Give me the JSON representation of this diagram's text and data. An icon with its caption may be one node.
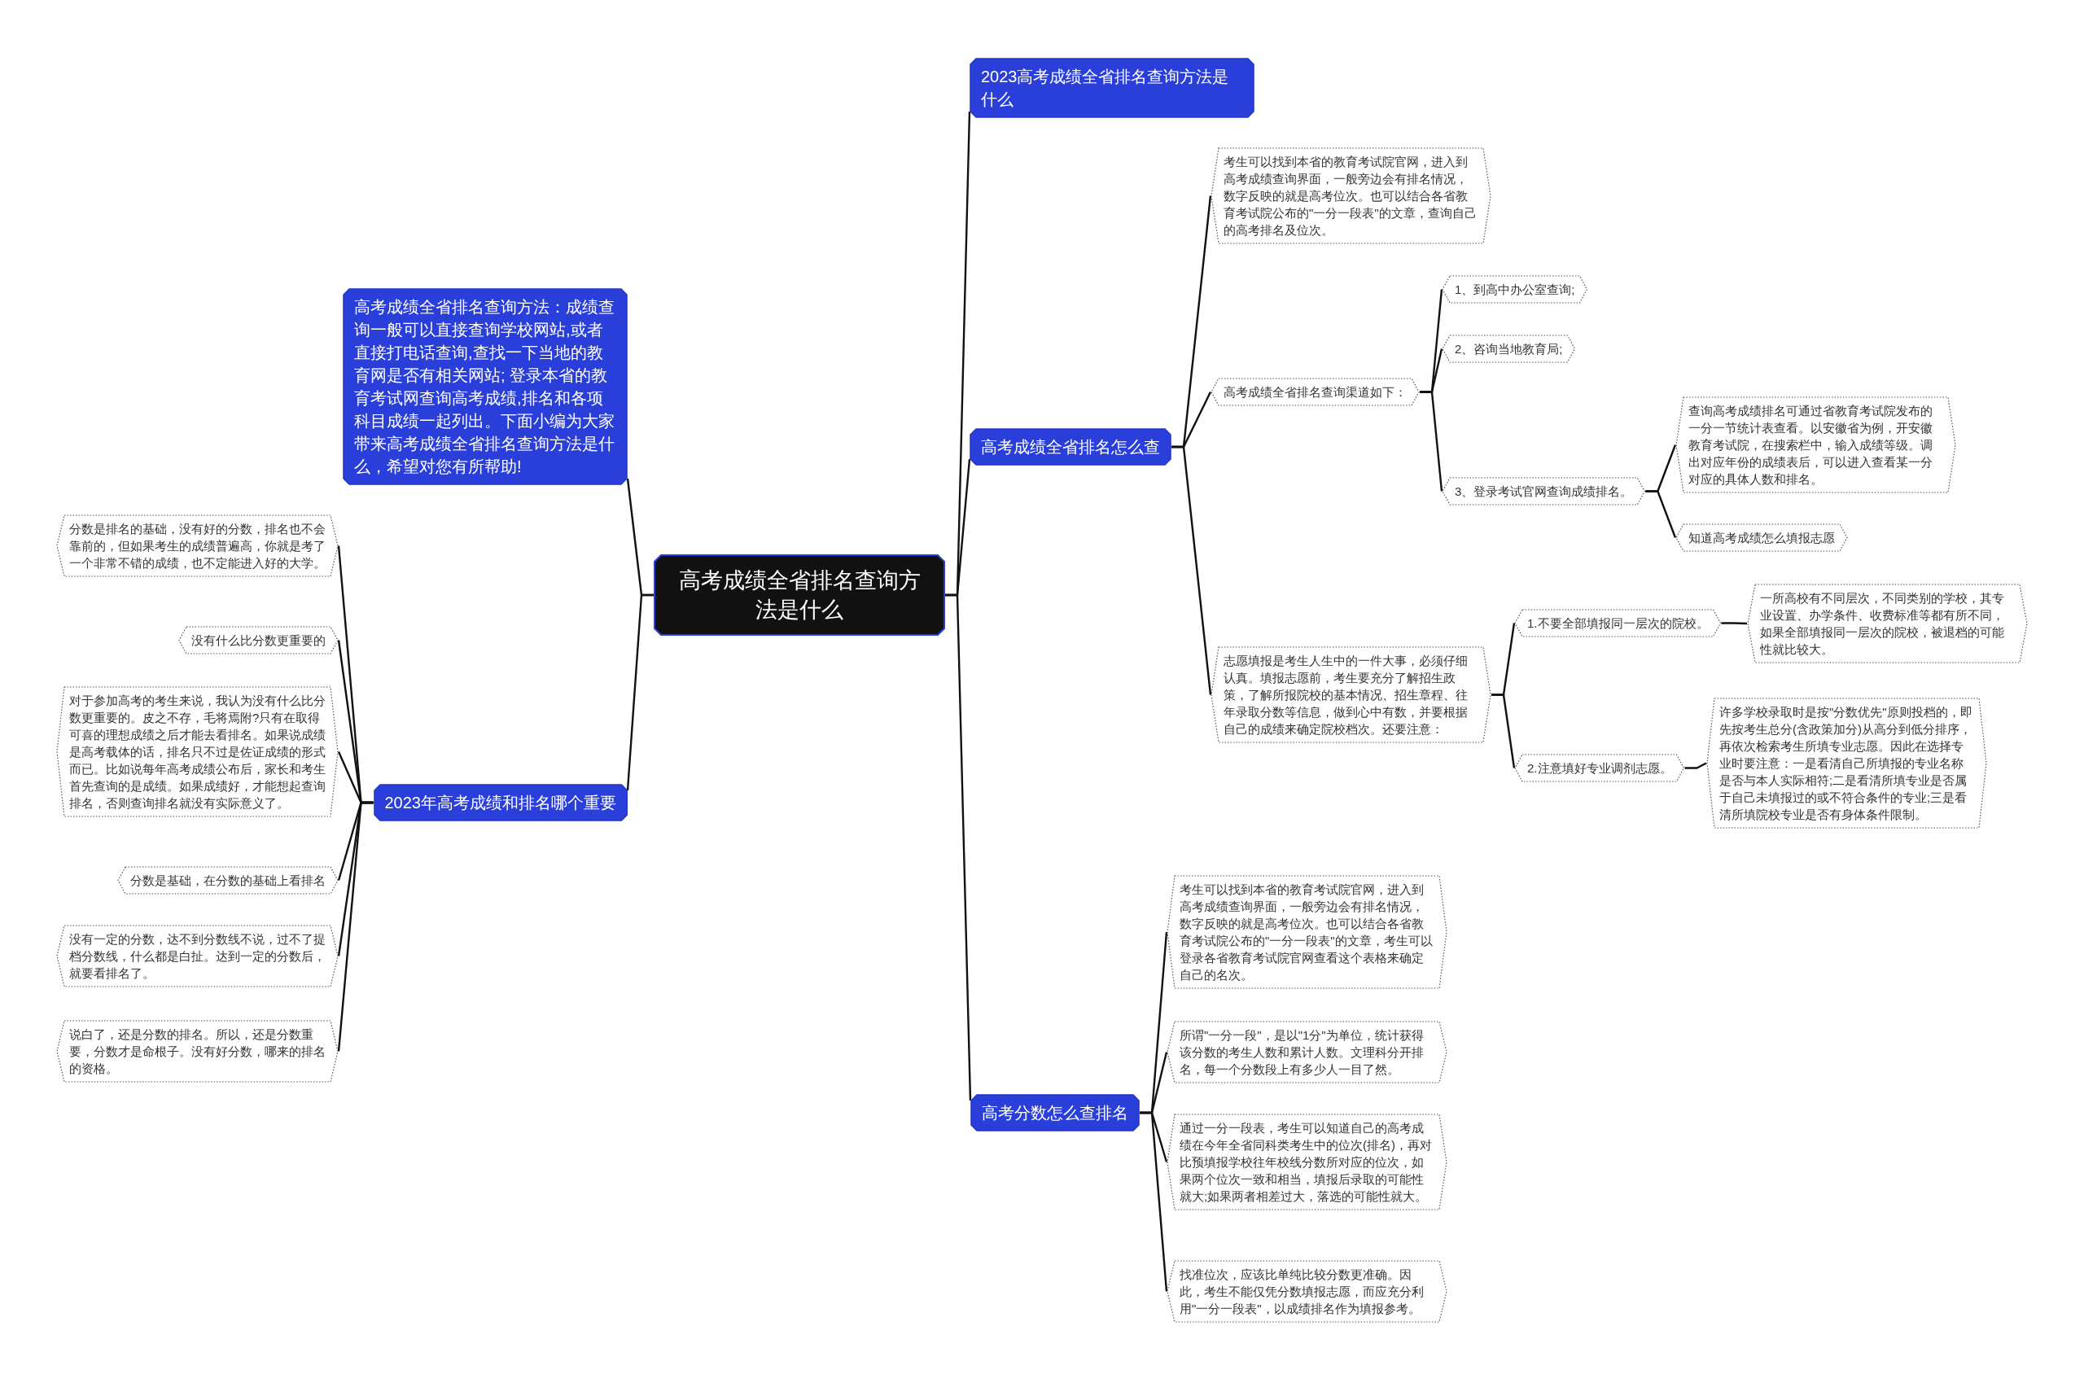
{
  "diagram": {
    "nodes": [
      {
        "text": [
          "高考成绩全省排名查询方法是什么"
        ]
      },
      {
        "text": [
          "高考成绩全省排名查询方法：成绩查询一般可以直接查询学校网站,或者直接打电话查询,查找一下当地的教育网是否有相关网站; 登录本省的教育考试网查询高考成绩,排名和各项科目成绩一起列出。下面小编为大家带来高考成绩全省排名查询方法是什么，希望对您有所帮助!"
        ]
      },
      {
        "text": [
          "2023年高考成绩和排名哪个重要"
        ]
      },
      {
        "text": [
          "分数是排名的基础，没有好的分数，排名也不会靠前的，但如果考生的成绩普遍高，你就是考了一个非常不错的成绩，也不定能进入好的大学。"
        ]
      },
      {
        "text": [
          "没有什么比分数更重要的"
        ]
      },
      {
        "text": [
          "对于参加高考的考生来说，我认为没有什么比分数更重要的。皮之不存，毛将焉附?只有在取得可喜的理想成绩之后才能去看排名。如果说成绩是高考载体的话，排名只不过是佐证成绩的形式而已。比如说每年高考成绩公布后，家长和考生首先查询的是成绩。如果成绩好，才能想起查询排名，否则查询排名就没有实际意义了。"
        ]
      },
      {
        "text": [
          "分数是基础，在分数的基础上看排名"
        ]
      },
      {
        "text": [
          "没有一定的分数，达不到分数线不说，过不了提档分数线，什么都是白扯。达到一定的分数后，就要看排名了。"
        ]
      },
      {
        "text": [
          "说白了，还是分数的排名。所以，还是分数重要，分数才是命根子。没有好分数，哪来的排名的资格。"
        ]
      },
      {
        "text": [
          "2023高考成绩全省排名查询方法是什么"
        ]
      },
      {
        "text": [
          "高考成绩全省排名怎么查"
        ]
      },
      {
        "text": [
          "考生可以找到本省的教育考试院官网，进入到高考成绩查询界面，一般旁边会有排名情况，数字反映的就是高考位次。也可以结合各省教育考试院公布的\"一分一段表\"的文章，查询自己的高考排名及位次。"
        ]
      },
      {
        "text": [
          "高考成绩全省排名查询渠道如下："
        ]
      },
      {
        "text": [
          "1、到高中办公室查询;"
        ]
      },
      {
        "text": [
          "2、咨询当地教育局;"
        ]
      },
      {
        "text": [
          "3、登录考试官网查询成绩排名。"
        ]
      },
      {
        "text": [
          "查询高考成绩排名可通过省教育考试院发布的一分一节统计表查看。以安徽省为例，开安徽教育考试院，在搜索栏中，输入成绩等级。调出对应年份的成绩表后，可以进入查看某一分对应的具体人数和排名。"
        ]
      },
      {
        "text": [
          "知道高考成绩怎么填报志愿"
        ]
      },
      {
        "text": [
          "志愿填报是考生人生中的一件大事，必须仔细认真。填报志愿前，考生要充分了解招生政策，了解所报院校的基本情况、招生章程、往年录取分数等信息，做到心中有数，并要根据自己的成绩来确定院校档次。还要注意："
        ]
      },
      {
        "text": [
          "1.不要全部填报同一层次的院校。"
        ]
      },
      {
        "text": [
          "一所高校有不同层次，不同类别的学校，其专业设置、办学条件、收费标准等都有所不同，如果全部填报同一层次的院校，被退档的可能性就比较大。"
        ]
      },
      {
        "text": [
          "2.注意填好专业调剂志愿。"
        ]
      },
      {
        "text": [
          "许多学校录取时是按\"分数优先\"原则投档的，即先按考生总分(含政策加分)从高分到低分排序，再依次检索考生所填专业志愿。因此在选择专业时要注意：一是看清自己所填报的专业名称是否与本人实际相符;二是看清所填专业是否属于自己未填报过的或不符合条件的专业;三是看清所填院校专业是否有身体条件限制。"
        ]
      },
      {
        "text": [
          "高考分数怎么查排名"
        ]
      },
      {
        "text": [
          "考生可以找到本省的教育考试院官网，进入到高考成绩查询界面，一般旁边会有排名情况，数字反映的就是高考位次。也可以结合各省教育考试院公布的\"一分一段表\"的文章，考生可以登录各省教育考试院官网查看这个表格来确定自己的名次。"
        ]
      },
      {
        "text": [
          "所谓\"一分一段\"，是以\"1分\"为单位，统计获得该分数的考生人数和累计人数。文理科分开排名，每一个分数段上有多少人一目了然。"
        ]
      },
      {
        "text": [
          "通过一分一段表，考生可以知道自己的高考成绩在今年全省同科类考生中的位次(排名)，再对比预填报学校往年校线分数所对应的位次，如果两个位次一致和相当，填报后录取的可能性就大;如果两者相差过大，落选的可能性就大。"
        ]
      },
      {
        "text": [
          "找准位次，应该比单纯比较分数更准确。因此，考生不能仅凭分数填报志愿，而应充分利用\"一分一段表\"，以成绩排名作为填报参考。"
        ]
      }
    ],
    "edges": [
      {
        "from": 0,
        "to": 1,
        "arrow": "none"
      },
      {
        "from": 0,
        "to": 2,
        "arrow": "none"
      },
      {
        "from": 2,
        "to": 3,
        "arrow": "none"
      },
      {
        "from": 2,
        "to": 4,
        "arrow": "none"
      },
      {
        "from": 2,
        "to": 5,
        "arrow": "none"
      },
      {
        "from": 2,
        "to": 6,
        "arrow": "none"
      },
      {
        "from": 2,
        "to": 7,
        "arrow": "none"
      },
      {
        "from": 2,
        "to": 8,
        "arrow": "none"
      },
      {
        "from": 0,
        "to": 9,
        "arrow": "none"
      },
      {
        "from": 0,
        "to": 10,
        "arrow": "none"
      },
      {
        "from": 10,
        "to": 11,
        "arrow": "none"
      },
      {
        "from": 10,
        "to": 12,
        "arrow": "none"
      },
      {
        "from": 12,
        "to": 13,
        "arrow": "none"
      },
      {
        "from": 12,
        "to": 14,
        "arrow": "none"
      },
      {
        "from": 12,
        "to": 15,
        "arrow": "none"
      },
      {
        "from": 15,
        "to": 16,
        "arrow": "none"
      },
      {
        "from": 15,
        "to": 17,
        "arrow": "none"
      },
      {
        "from": 10,
        "to": 18,
        "arrow": "none"
      },
      {
        "from": 18,
        "to": 19,
        "arrow": "none"
      },
      {
        "from": 19,
        "to": 20,
        "arrow": "none"
      },
      {
        "from": 18,
        "to": 21,
        "arrow": "none"
      },
      {
        "from": 21,
        "to": 22,
        "arrow": "none"
      },
      {
        "from": 0,
        "to": 23,
        "arrow": "none"
      },
      {
        "from": 23,
        "to": 24,
        "arrow": "none"
      },
      {
        "from": 23,
        "to": 25,
        "arrow": "none"
      },
      {
        "from": 23,
        "to": 26,
        "arrow": "none"
      },
      {
        "from": 23,
        "to": 27,
        "arrow": "none"
      }
    ]
  }
}
